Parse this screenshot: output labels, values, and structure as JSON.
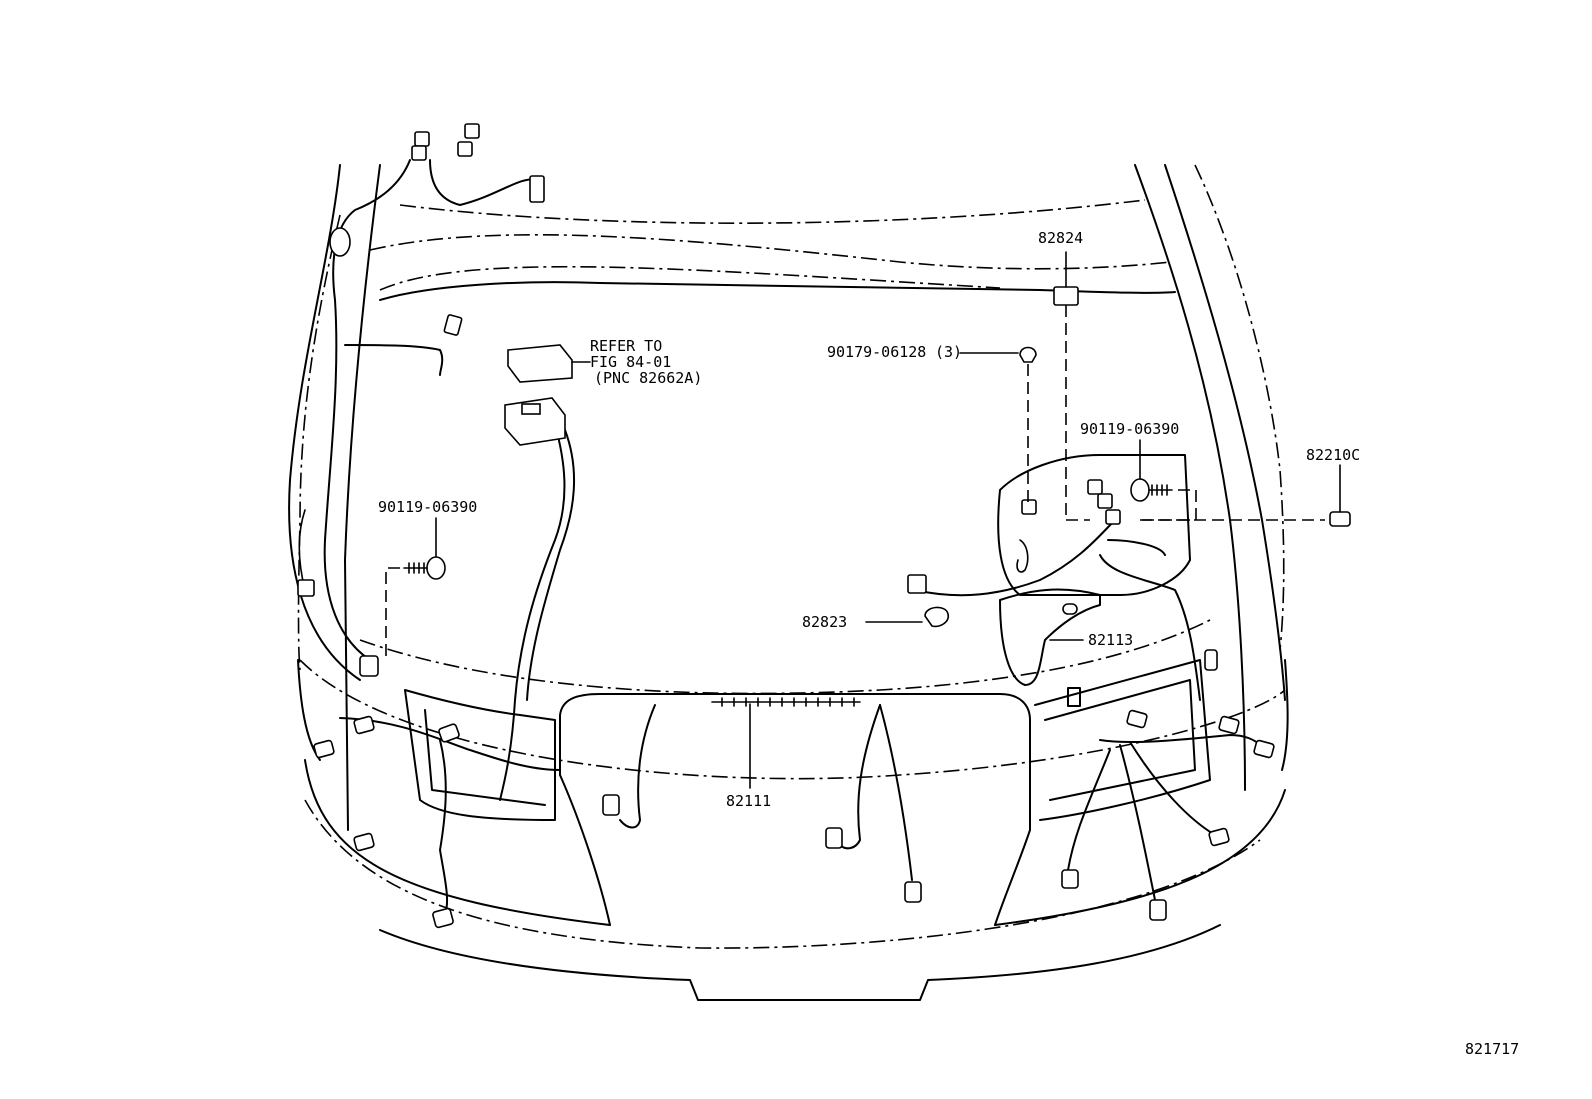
{
  "callouts": {
    "c82824": "82824",
    "c90179": "90179-06128",
    "c90179_qty": "(3)",
    "c90119_right": "90119-06390",
    "c82210c": "82210C",
    "c90119_left": "90119-06390",
    "refer_line1": "REFER TO",
    "refer_line2": "FIG 84-01",
    "refer_line3": "(PNC 82662A)",
    "c82823": "82823",
    "c82113": "82113",
    "c82111": "82111"
  },
  "figure_number": "821717"
}
